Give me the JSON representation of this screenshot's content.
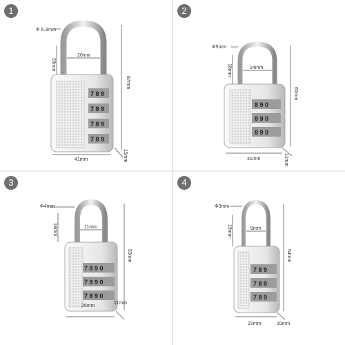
{
  "panels": [
    {
      "number": "1",
      "dims": {
        "shackle_dia": "Φ 6.3mm",
        "shackle_height": "28mm",
        "shackle_width": "20mm",
        "height": "87mm",
        "width": "41mm",
        "depth": "15mm"
      },
      "wheels": 4,
      "digits": [
        "7",
        "8",
        "9"
      ]
    },
    {
      "number": "2",
      "dims": {
        "shackle_dia": "Φ5mm",
        "shackle_height": "18mm",
        "shackle_width": "14mm",
        "height": "60mm",
        "width": "31mm",
        "depth": "12mm"
      },
      "wheels": 3,
      "digits": [
        "8",
        "9",
        "0"
      ]
    },
    {
      "number": "3",
      "dims": {
        "shackle_dia": "Φ4mm",
        "shackle_height": "18mm",
        "shackle_width": "11mm",
        "height": "53mm",
        "width": "26mm",
        "depth": "11mm"
      },
      "wheels": 3,
      "digits": [
        "7",
        "8",
        "9",
        "0"
      ]
    },
    {
      "number": "4",
      "dims": {
        "shackle_dia": "Φ3mm",
        "shackle_height": "19mm",
        "shackle_width": "9mm",
        "height": "54mm",
        "width": "22mm",
        "depth": "10mm"
      },
      "wheels": 3,
      "digits": [
        "7",
        "8",
        "9"
      ]
    }
  ],
  "colors": {
    "metal_light": "#f4f4f4",
    "metal_mid": "#c9c9c9",
    "metal_dark": "#8a8a8a",
    "badge": "#6f6f6f"
  }
}
